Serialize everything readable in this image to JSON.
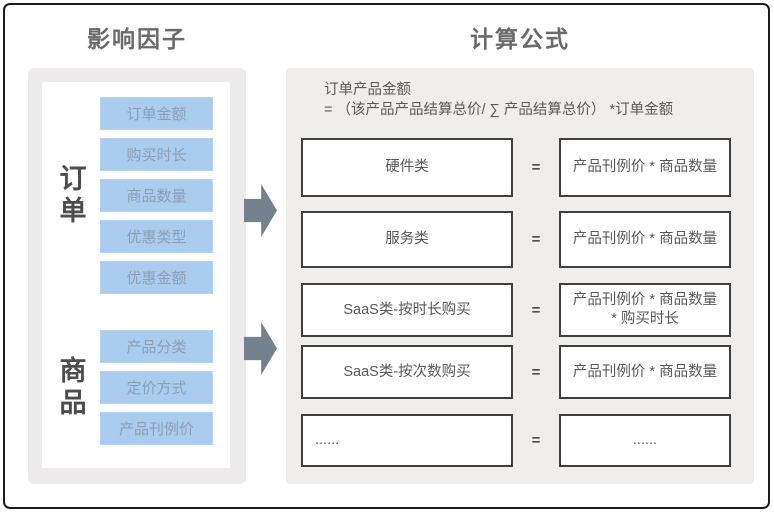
{
  "header": {
    "left_title": "影响因子",
    "right_title": "计算公式"
  },
  "factors_panel": {
    "groups": [
      {
        "label": "订单",
        "items": [
          "订单金额",
          "购买时长",
          "商品数量",
          "优惠类型",
          "优惠金额"
        ]
      },
      {
        "label": "商品",
        "items": [
          "产品分类",
          "定价方式",
          "产品刊例价"
        ]
      }
    ]
  },
  "formula_panel": {
    "header_line1": "订单产品金额",
    "header_line2": "= （该产品产品结算总价/ ∑ 产品结算总价） *订单金额",
    "rows": [
      {
        "category": "硬件类",
        "eq": "=",
        "formula": "产品刊例价 * 商品数量"
      },
      {
        "category": "服务类",
        "eq": "=",
        "formula": "产品刊例价 * 商品数量"
      },
      {
        "category": "SaaS类-按时长购买",
        "eq": "=",
        "formula": "产品刊例价 * 商品数量\n* 购买时长"
      },
      {
        "category": "SaaS类-按次数购买",
        "eq": "=",
        "formula": "产品刊例价 * 商品数量"
      },
      {
        "category": "......",
        "eq": "=",
        "formula": "......"
      }
    ]
  },
  "icons": {
    "arrow_right": "block-right-arrow"
  },
  "colors": {
    "chip_blue": "#a9ccef",
    "chip_text": "#8c9eb4",
    "arrow_gray": "#76818f",
    "panel_gray_left": "#eceaea",
    "panel_gray_right": "#f0eded",
    "box_border": "#404040",
    "text_gray": "#595959",
    "title_gray": "#6b6b6b",
    "frame_border": "#1c1c1c"
  }
}
